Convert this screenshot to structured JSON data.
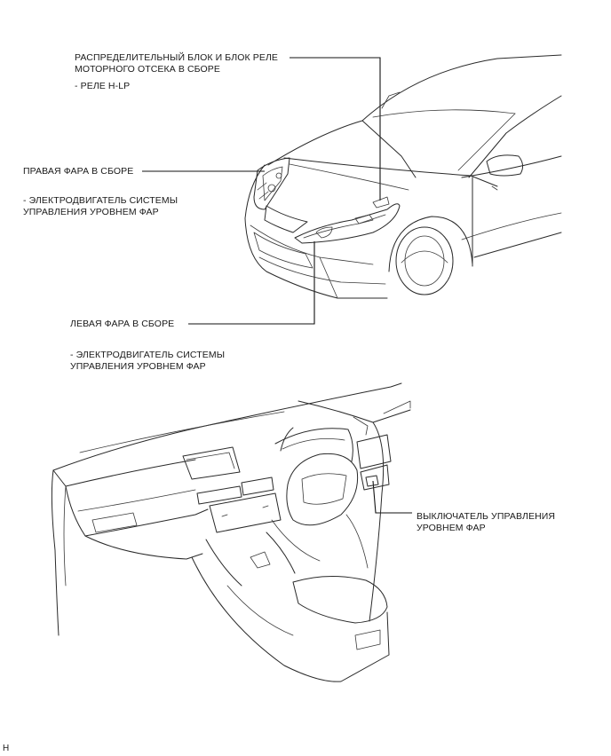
{
  "labels": {
    "relay_block_line1": "РАСПРЕДЕЛИТЕЛЬНЫЙ БЛОК И БЛОК РЕЛЕ",
    "relay_block_line2": "МОТОРНОГО ОТСЕКА В СБОРЕ",
    "relay_hlp": "- РЕЛЕ H-LP",
    "right_headlamp": "ПРАВАЯ ФАРА В СБОРЕ",
    "right_motor_line1": "- ЭЛЕКТРОДВИГАТЕЛЬ СИСТЕМЫ",
    "right_motor_line2": "УПРАВЛЕНИЯ УРОВНЕМ ФАР",
    "left_headlamp": "ЛЕВАЯ ФАРА В СБОРЕ",
    "left_motor_line1": "- ЭЛЕКТРОДВИГАТЕЛЬ СИСТЕМЫ",
    "left_motor_line2": "УПРАВЛЕНИЯ УРОВНЕМ ФАР",
    "switch_line1": "ВЫКЛЮЧАТЕЛЬ УПРАВЛЕНИЯ",
    "switch_line2": "УРОВНЕМ ФАР",
    "corner_mark": "H"
  }
}
